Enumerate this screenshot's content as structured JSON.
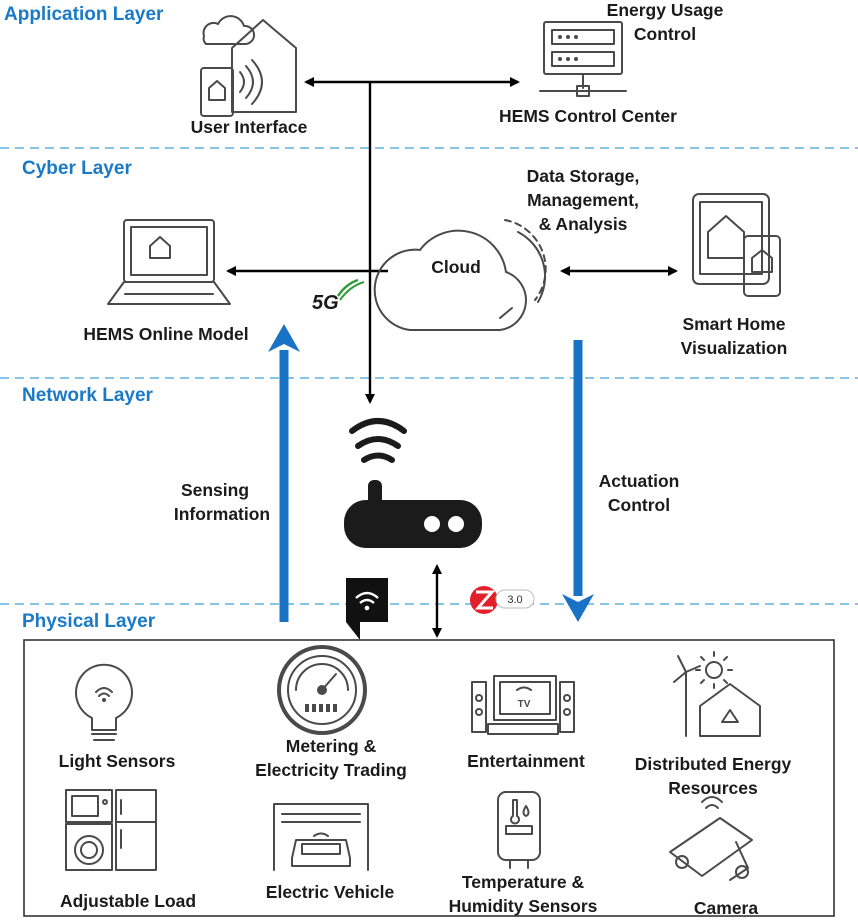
{
  "layers": {
    "application": "Application Layer",
    "cyber": "Cyber Layer",
    "network": "Network Layer",
    "physical": "Physical Layer"
  },
  "application": {
    "user_interface": "User Interface",
    "energy_usage_control": [
      "Energy Usage",
      "Control"
    ],
    "hems_control_center": "HEMS Control Center"
  },
  "cyber": {
    "data_storage": [
      "Data Storage,",
      "Management,",
      "& Analysis"
    ],
    "cloud": "Cloud",
    "hems_online_model": "HEMS Online Model",
    "smart_home_visualization": [
      "Smart Home",
      "Visualization"
    ],
    "badge_5g": "5G"
  },
  "network": {
    "sensing_information": [
      "Sensing",
      "Information"
    ],
    "actuation_control": [
      "Actuation",
      "Control"
    ],
    "zigbee_version": "3.0"
  },
  "physical": {
    "light_sensors": "Light Sensors",
    "metering": [
      "Metering &",
      "Electricity Trading"
    ],
    "entertainment": "Entertainment",
    "distributed_energy": [
      "Distributed Energy",
      "Resources"
    ],
    "adjustable_load": "Adjustable Load",
    "electric_vehicle": "Electric Vehicle",
    "temperature_humidity": [
      "Temperature &",
      "Humidity Sensors"
    ],
    "camera": "Camera",
    "tv_label": "TV"
  },
  "colors": {
    "layer_title": "#1a7ac8",
    "flow_arrow": "#1a72c4",
    "dashed_divider": "#5fb0e0",
    "icon_stroke": "#4a4a4a",
    "zigbee_red": "#e2202a",
    "badge_5g_green": "#2e9b3a"
  }
}
